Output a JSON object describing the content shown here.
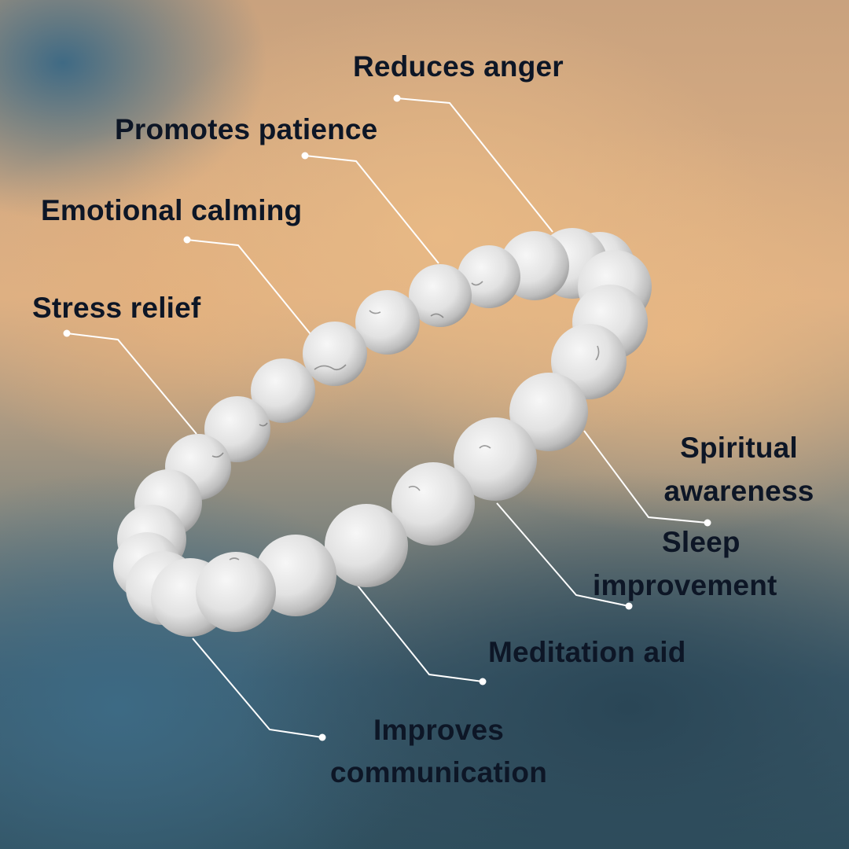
{
  "colors": {
    "text": "#0d1626",
    "line": "#ffffff",
    "bead": "#e6e6e6",
    "background_warm": "#e6b683",
    "background_cool": "#30505f"
  },
  "labels": {
    "reduces_anger": "Reduces anger",
    "promotes_patience": "Promotes patience",
    "emotional_calming": "Emotional calming",
    "stress_relief": "Stress relief",
    "spiritual_awareness_1": "Spiritual",
    "spiritual_awareness_2": "awareness",
    "sleep_improvement_1": "Sleep",
    "sleep_improvement_2": "improvement",
    "meditation_aid": "Meditation aid",
    "improves_communication_1": "Improves",
    "improves_communication_2": "communication"
  },
  "image": {
    "subject": "white howlite bead bracelet"
  }
}
